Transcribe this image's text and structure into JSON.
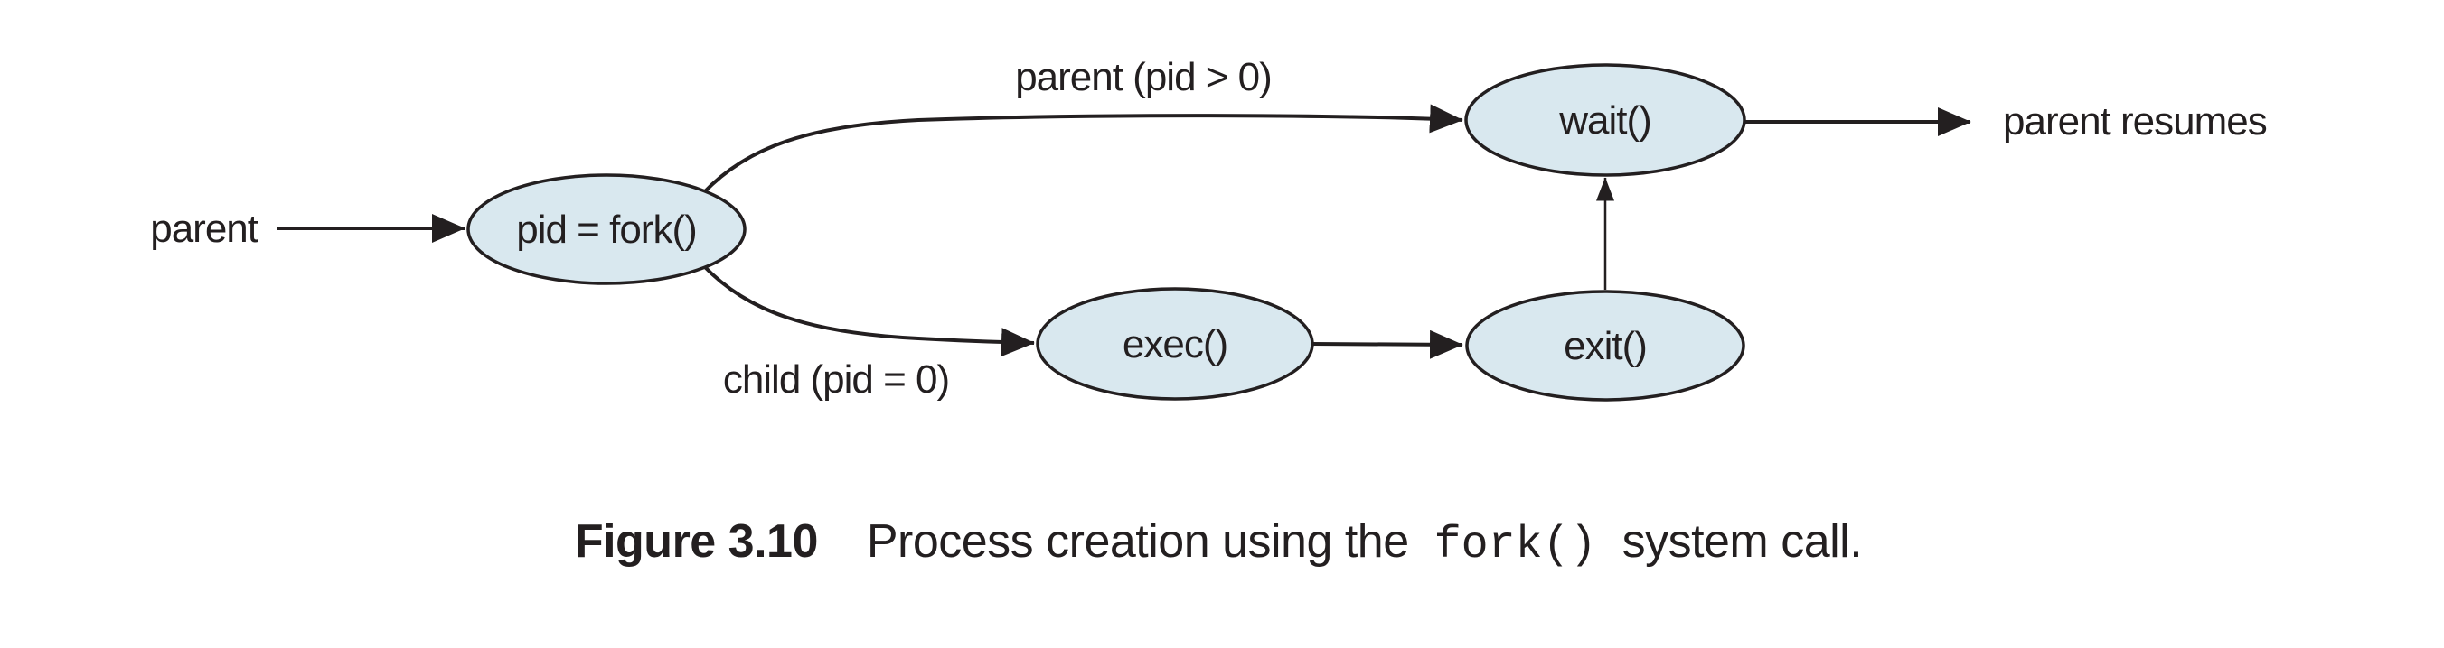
{
  "colors": {
    "node_fill": "#d9e8ef",
    "line": "#231f20",
    "background": "#ffffff"
  },
  "diagram": {
    "start_label": "parent",
    "nodes": [
      {
        "id": "fork",
        "label": "pid = fork()"
      },
      {
        "id": "wait",
        "label": "wait()"
      },
      {
        "id": "exec",
        "label": "exec()"
      },
      {
        "id": "exit",
        "label": "exit()"
      }
    ],
    "edges": {
      "parent_branch_label": "parent (pid > 0)",
      "child_branch_label": "child (pid = 0)",
      "end_label": "parent resumes"
    }
  },
  "caption": {
    "figure_label": "Figure 3.10",
    "text_before": "Process creation using the",
    "code": "fork()",
    "text_after": "system call."
  }
}
